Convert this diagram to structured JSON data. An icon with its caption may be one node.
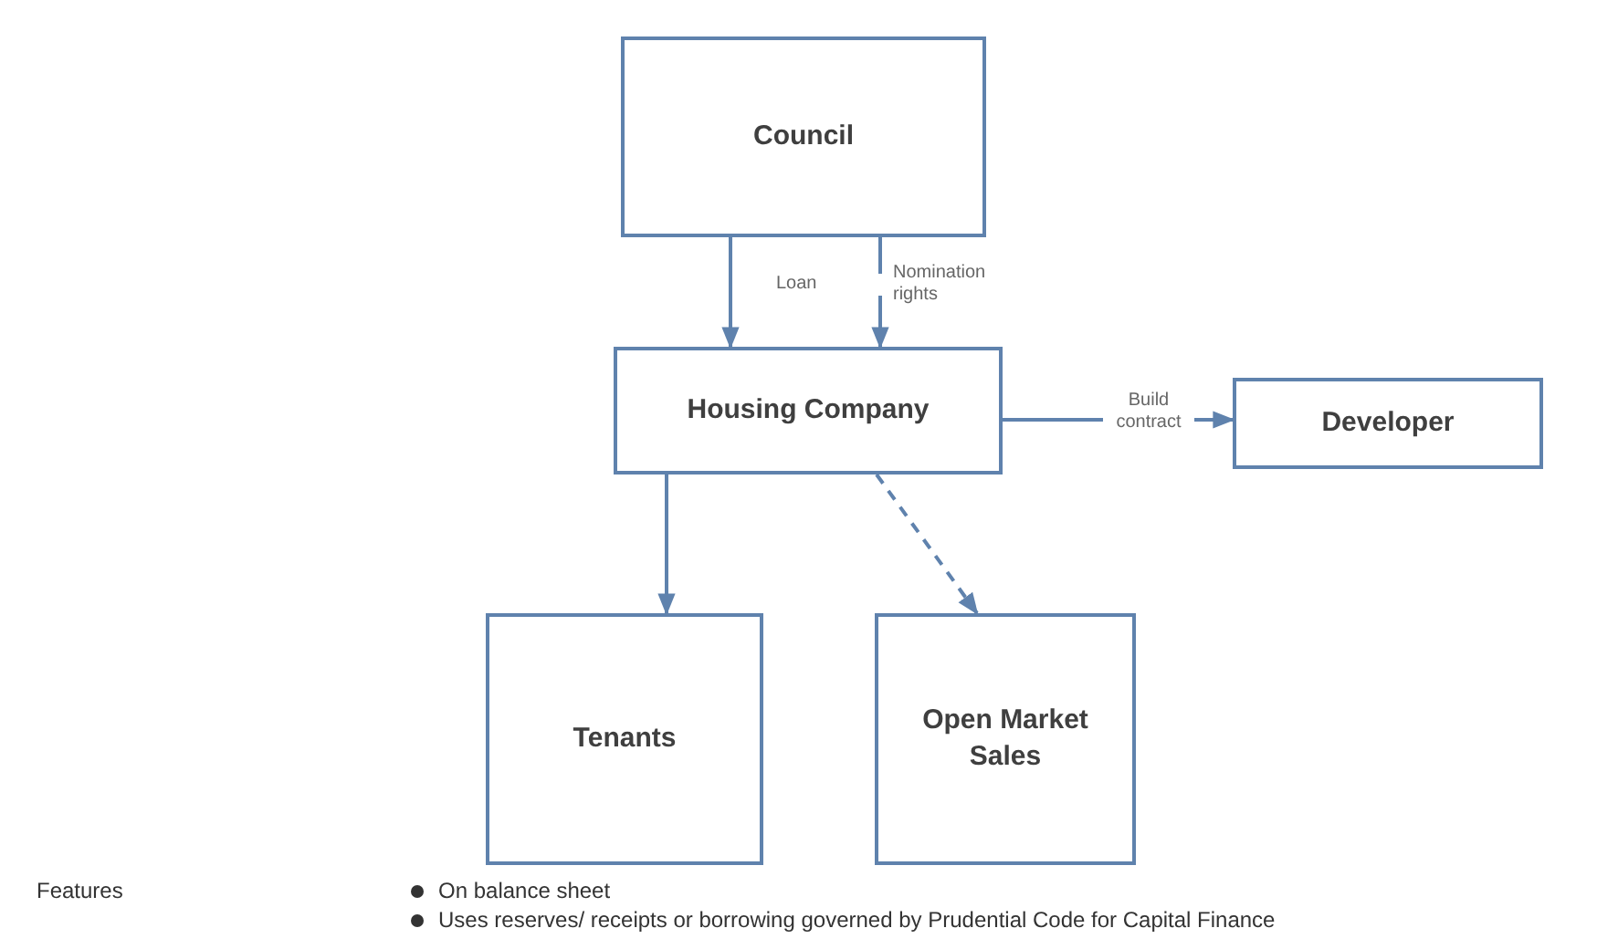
{
  "diagram": {
    "nodes": [
      {
        "text": [
          "Council"
        ]
      },
      {
        "text": [
          "Housing Company"
        ]
      },
      {
        "text": [
          "Developer"
        ]
      },
      {
        "text": [
          "Tenants"
        ]
      },
      {
        "text": [
          "Open Market Sales"
        ]
      }
    ],
    "edges": [
      {
        "from": 0,
        "to": 1,
        "arrow": "to",
        "label": "Loan"
      },
      {
        "from": 0,
        "to": 1,
        "arrow": "to",
        "label": "Nomination rights"
      },
      {
        "from": 1,
        "to": 2,
        "arrow": "to",
        "label": "Build contract"
      },
      {
        "from": 1,
        "to": 3,
        "arrow": "to"
      },
      {
        "from": 1,
        "to": 4,
        "arrow": "to",
        "style": "dashed"
      }
    ],
    "labels": [
      "Features",
      "On balance sheet",
      "Uses reserves/ receipts or borrowing governed by Prudential Code for Capital Finance"
    ]
  }
}
